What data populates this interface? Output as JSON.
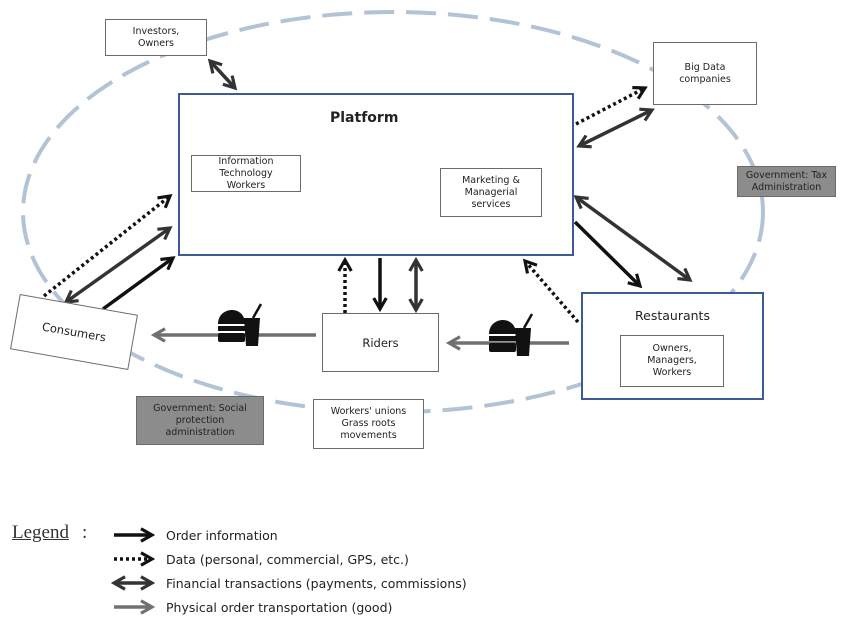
{
  "platform": {
    "title": "Platform",
    "it_workers": "Information Technology Workers",
    "marketing": "Marketing & Managerial services"
  },
  "investors": "Investors, Owners",
  "big_data": "Big Data companies",
  "gov_tax": "Government: Tax Administration",
  "consumers": "Consumers",
  "riders": "Riders",
  "restaurants": {
    "title": "Restaurants",
    "inner": "Owners, Managers, Workers"
  },
  "gov_social": "Government: Social protection administration",
  "unions": "Workers' unions Grass roots movements",
  "icons": [
    "cloud-sync-icon",
    "food-delivery-icon"
  ],
  "colors": {
    "frame_blue": "#3d5a99",
    "ellipse_dash": "#b3c3d6",
    "gov_grey": "#8c8c8c",
    "physical_arrow": "#707070"
  },
  "legend": {
    "title": "Legend",
    "items": [
      "Order information",
      "Data (personal, commercial, GPS, etc.)",
      "Financial transactions (payments, commissions)",
      "Physical order transportation (good)"
    ]
  }
}
